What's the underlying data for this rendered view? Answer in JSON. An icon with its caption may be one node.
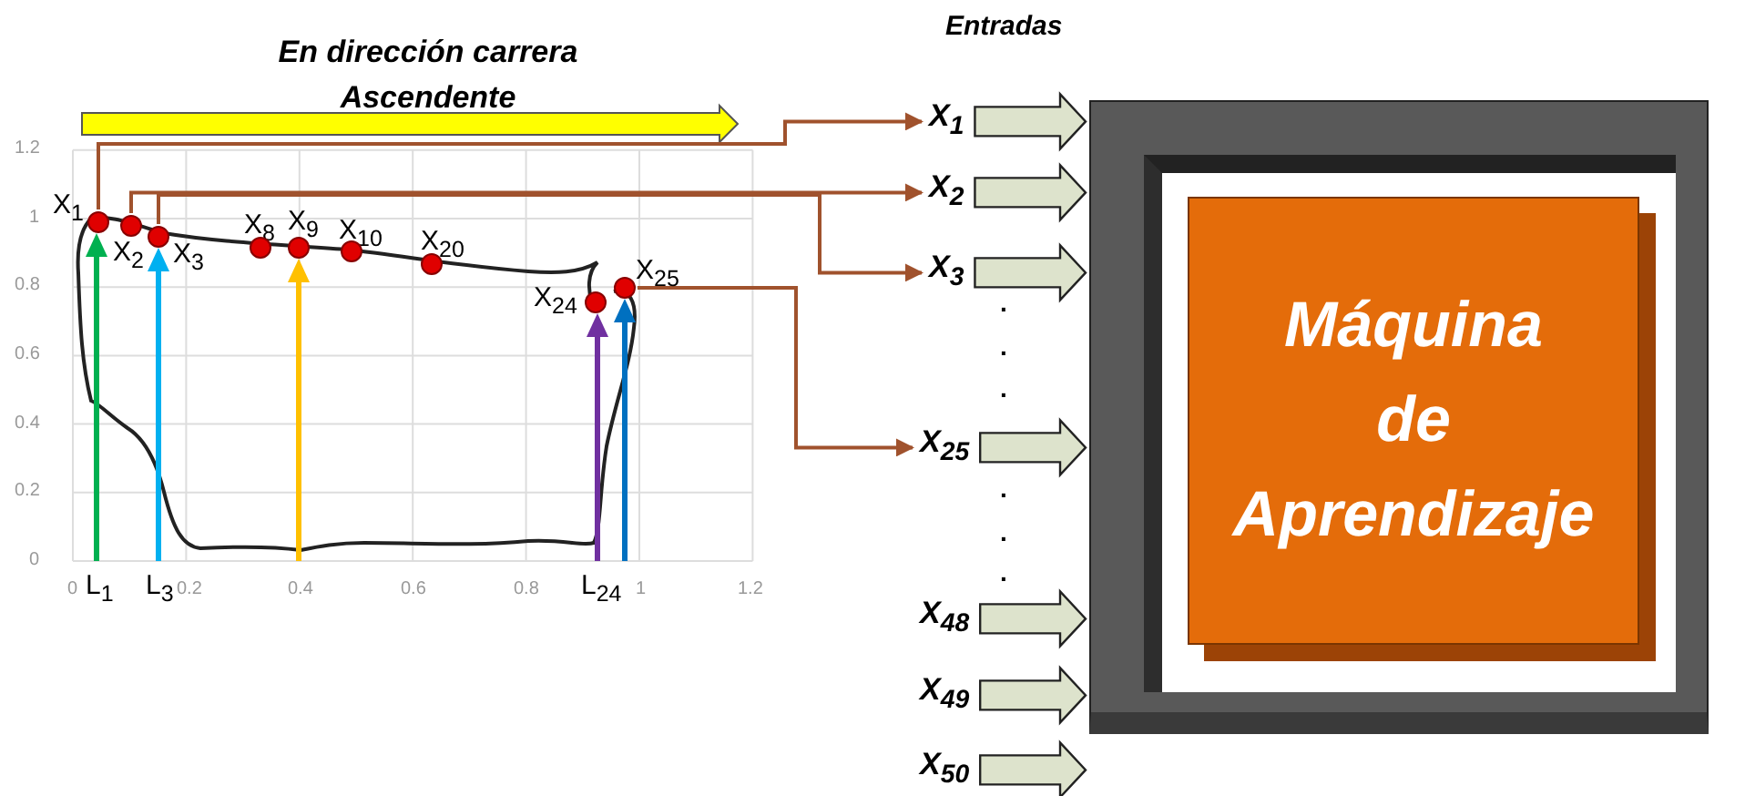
{
  "diagram": {
    "nodes": [
      {
        "text": [],
        "shape": "circle",
        "beside": [
          "X$_{1}$"
        ]
      },
      {
        "text": [],
        "shape": "circle",
        "beside": [
          "X$_{2}$"
        ]
      },
      {
        "text": [],
        "shape": "circle",
        "beside": [
          "X$_{3}$"
        ]
      },
      {
        "text": [],
        "shape": "circle",
        "beside": [
          "X$_{8}$"
        ]
      },
      {
        "text": [],
        "shape": "circle",
        "beside": [
          "X$_{9}$"
        ]
      },
      {
        "text": [],
        "shape": "circle",
        "beside": [
          "X$_{10}$"
        ]
      },
      {
        "text": [],
        "shape": "circle",
        "beside": [
          "X$_{20}$"
        ]
      },
      {
        "text": [],
        "shape": "circle",
        "beside": [
          "X$_{24}$"
        ]
      },
      {
        "text": [],
        "shape": "circle",
        "beside": [
          "X$_{25}$"
        ]
      },
      {
        "text": [
          "X$_{1}$"
        ]
      },
      {
        "text": [
          "X$_{2}$"
        ]
      },
      {
        "text": [
          "X$_{3}$"
        ]
      },
      {
        "text": [
          "X$_{25}$"
        ]
      },
      {
        "text": [
          "X$_{48}$"
        ]
      },
      {
        "text": [
          "X$_{49}$"
        ]
      },
      {
        "text": [
          "X$_{50}$"
        ]
      },
      {
        "text": [],
        "shape": "box"
      },
      {
        "text": [
          "Máquina de Aprendizaje"
        ],
        "in": 16
      }
    ],
    "edges": [
      {
        "from": 0,
        "to": 9,
        "arrow": "to",
        "color": "#a0522d"
      },
      {
        "from": 1,
        "to": 10,
        "arrow": "to",
        "color": "#a0522d"
      },
      {
        "from": 2,
        "to": 11,
        "arrow": "to",
        "color": "#a0522d"
      },
      {
        "from": 8,
        "to": 12,
        "arrow": "to",
        "color": "#a0522d"
      },
      {
        "from": 9,
        "to": 16,
        "arrow": "to",
        "style": "thick",
        "color": "#dde3cc"
      },
      {
        "from": 10,
        "to": 16,
        "arrow": "to",
        "style": "thick",
        "color": "#dde3cc"
      },
      {
        "from": 11,
        "to": 16,
        "arrow": "to",
        "style": "thick",
        "color": "#dde3cc"
      },
      {
        "from": 12,
        "to": 16,
        "arrow": "to",
        "style": "thick",
        "color": "#dde3cc"
      },
      {
        "from": 13,
        "to": 16,
        "arrow": "to",
        "style": "thick",
        "color": "#dde3cc"
      },
      {
        "from": 14,
        "to": 16,
        "arrow": "to",
        "style": "thick",
        "color": "#dde3cc"
      },
      {
        "from": 15,
        "to": 16,
        "arrow": "to",
        "style": "thick",
        "color": "#dde3cc"
      }
    ],
    "labels": [
      "En dirección carrera Ascendente",
      "Entradas",
      "1.2",
      "1",
      "0.8",
      "0.6",
      "0.4",
      "0.2",
      "0",
      "0",
      "L$_{1}$",
      "L$_{3}$",
      "0.2",
      "0.4",
      "0.6",
      "0.8",
      "L$_{24}$",
      "1",
      "1.2",
      ".",
      ".",
      ".",
      ".",
      ".",
      "."
    ]
  }
}
